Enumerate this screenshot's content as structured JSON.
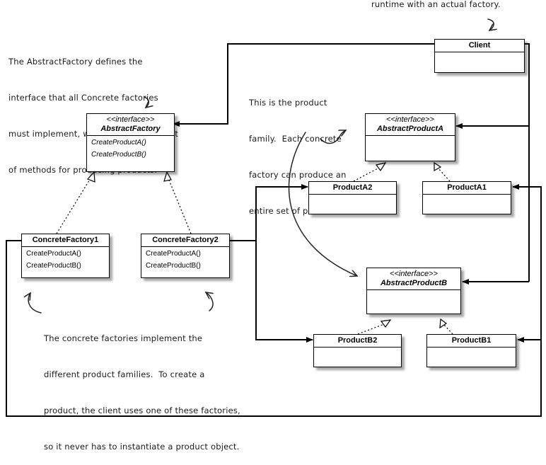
{
  "boxes": {
    "client": {
      "name": "Client",
      "methods": []
    },
    "abstract_factory": {
      "stereotype": "<<interface>>",
      "name": "AbstractFactory",
      "methods": [
        "CreateProductA()",
        "CreateProductB()"
      ]
    },
    "abstract_product_a": {
      "stereotype": "<<interface>>",
      "name": "AbstractProductA",
      "methods": []
    },
    "abstract_product_b": {
      "stereotype": "<<interface>>",
      "name": "AbstractProductB",
      "methods": []
    },
    "product_a2": {
      "name": "ProductA2",
      "methods": []
    },
    "product_a1": {
      "name": "ProductA1",
      "methods": []
    },
    "product_b2": {
      "name": "ProductB2",
      "methods": []
    },
    "product_b1": {
      "name": "ProductB1",
      "methods": []
    },
    "concrete_factory_1": {
      "name": "ConcreteFactory1",
      "methods": [
        "CreateProductA()",
        "CreateProductB()"
      ]
    },
    "concrete_factory_2": {
      "name": "ConcreteFactory2",
      "methods": [
        "CreateProductA()",
        "CreateProductB()"
      ]
    }
  },
  "notes": {
    "runtime_note": "runtime with an actual factory.",
    "abstract_factory_note": [
      "The AbstractFactory defines the",
      "interface that all Concrete factories",
      "must implement, which consists of a set",
      "of methods for producing products."
    ],
    "product_family_note": [
      "This is the product",
      "family.  Each concrete",
      "factory can produce an",
      "entire set of products."
    ],
    "concrete_factories_note": [
      "The concrete factories implement the",
      "different product families.  To create a",
      "product, the client uses one of these factories,",
      "so it never has to instantiate a product object."
    ]
  }
}
